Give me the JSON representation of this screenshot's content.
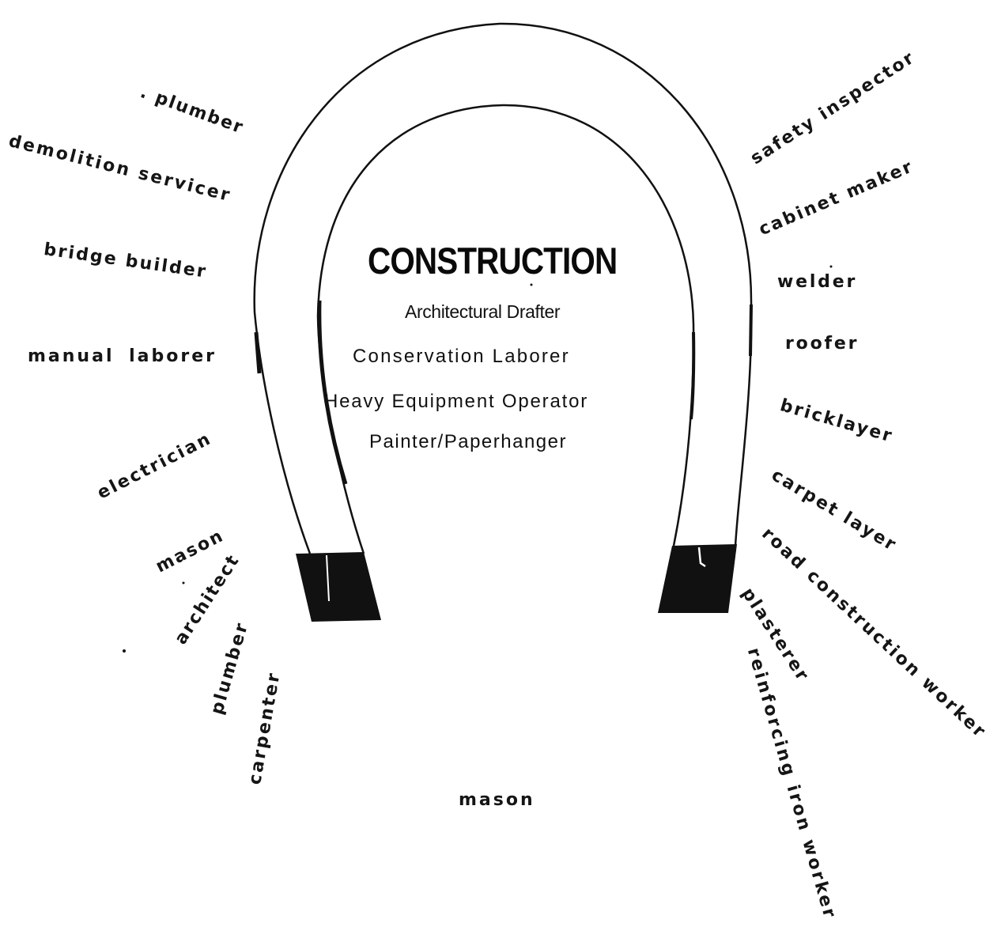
{
  "diagram": {
    "title": "CONSTRUCTION",
    "center_jobs": [
      "Architectural Drafter",
      "Conservation Laborer",
      "Heavy Equipment Operator",
      "Painter/Paperhanger"
    ],
    "left_jobs": [
      ". plumber",
      "demolition servicer",
      "bridge builder",
      "manual laborer",
      "electrician",
      "mason",
      "architect",
      "plumber",
      "carpenter"
    ],
    "right_jobs": [
      "safety inspector",
      "cabinet maker",
      "welder",
      "roofer",
      "bricklayer",
      "carpet layer",
      "road construction worker",
      "plasterer",
      "reinforcing iron worker"
    ],
    "bottom_job": "mason"
  },
  "colors": {
    "ink": "#111111",
    "paper": "#ffffff"
  }
}
